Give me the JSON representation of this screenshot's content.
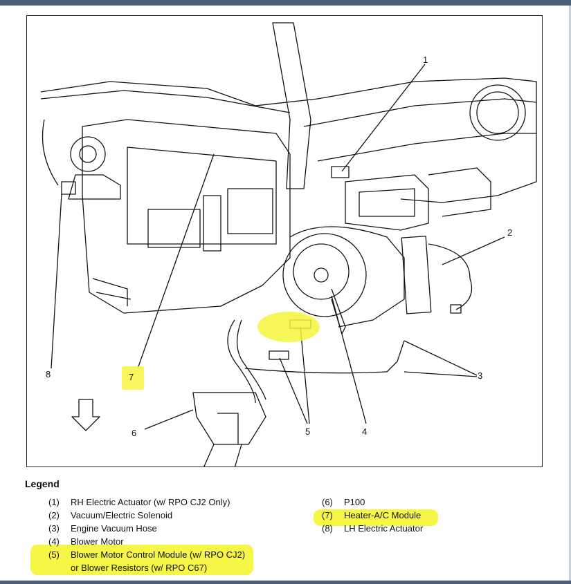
{
  "diagram": {
    "callouts": [
      {
        "id": "1",
        "label": "1"
      },
      {
        "id": "2",
        "label": "2"
      },
      {
        "id": "3",
        "label": "3"
      },
      {
        "id": "4",
        "label": "4"
      },
      {
        "id": "5",
        "label": "5"
      },
      {
        "id": "6",
        "label": "6"
      },
      {
        "id": "7",
        "label": "7"
      },
      {
        "id": "8",
        "label": "8"
      }
    ]
  },
  "legend": {
    "title": "Legend",
    "items": [
      {
        "num": "(1)",
        "text": "RH Electric Actuator (w/ RPO CJ2 Only)"
      },
      {
        "num": "(2)",
        "text": "Vacuum/Electric Solenoid"
      },
      {
        "num": "(3)",
        "text": "Engine Vacuum Hose"
      },
      {
        "num": "(4)",
        "text": "Blower Motor"
      },
      {
        "num": "(5)",
        "text": "Blower Motor Control Module (w/ RPO CJ2)"
      },
      {
        "num": "",
        "text": "or Blower Resistors (w/ RPO C67)"
      },
      {
        "num": "(6)",
        "text": "P100"
      },
      {
        "num": "(7)",
        "text": "Heater-A/C Module"
      },
      {
        "num": "(8)",
        "text": "LH Electric Actuator"
      }
    ]
  },
  "colors": {
    "highlight": "#f5f53c",
    "frame_bar": "#4a5f78",
    "line": "#111111"
  }
}
